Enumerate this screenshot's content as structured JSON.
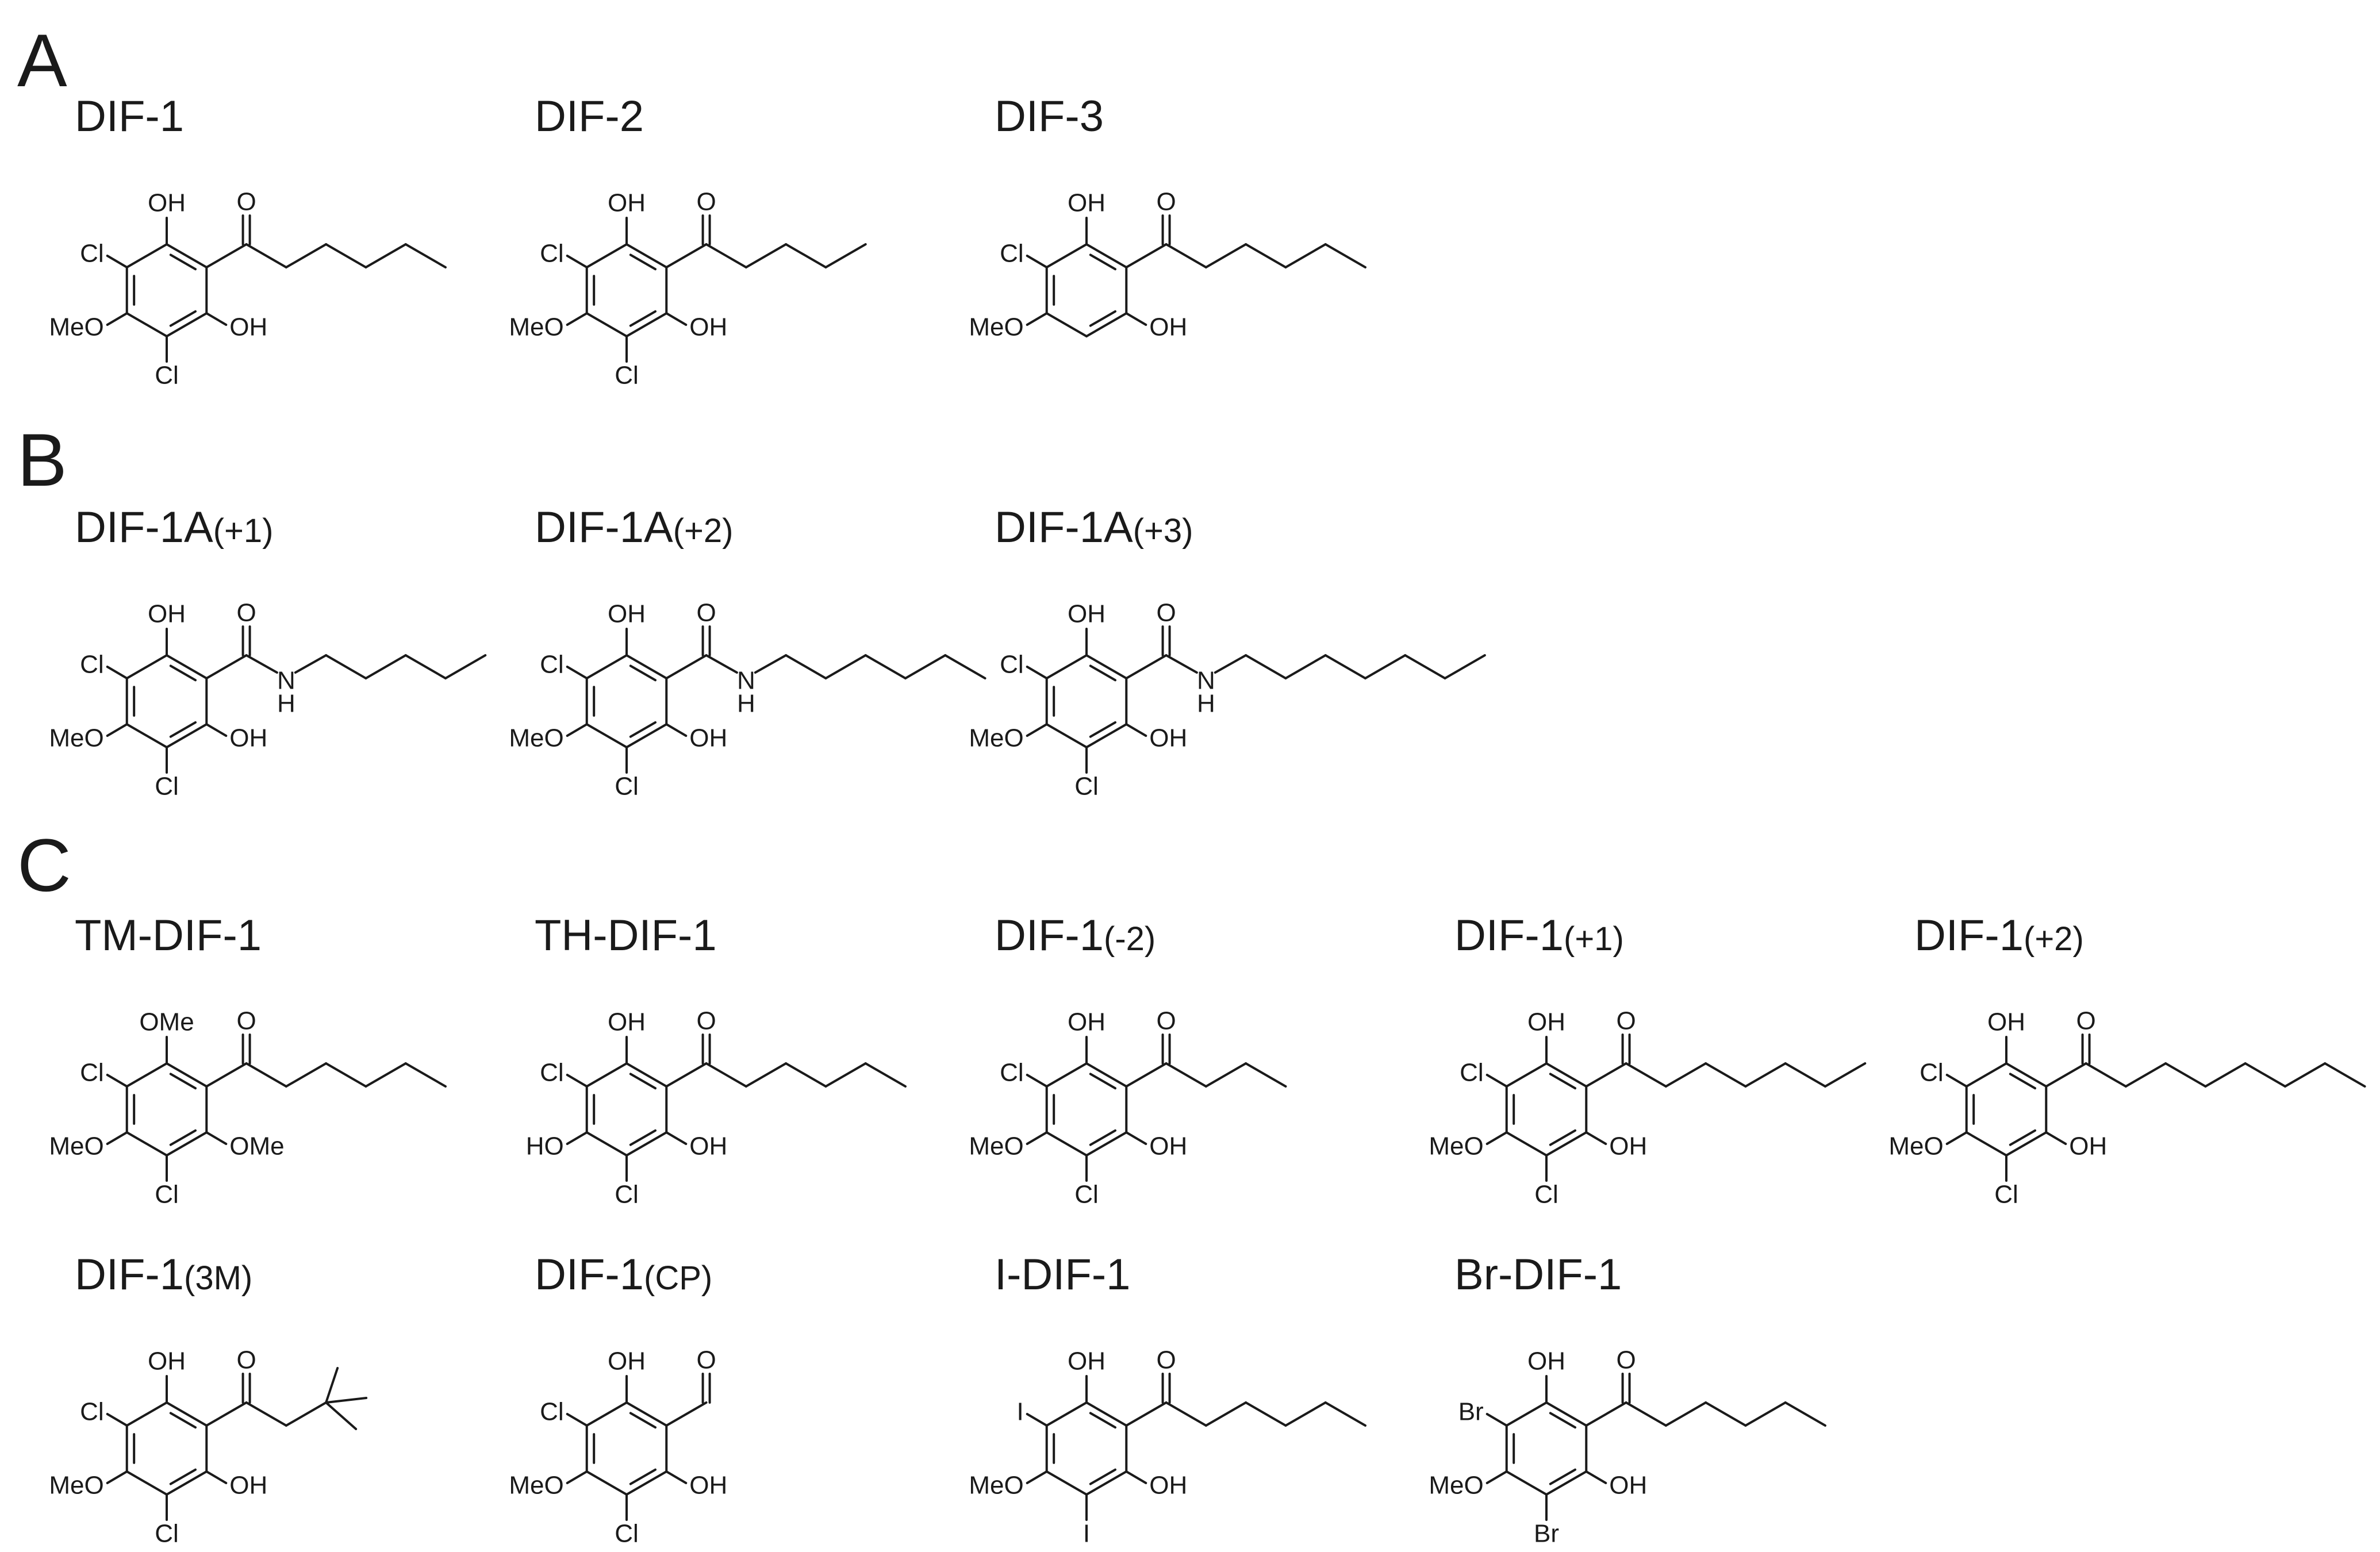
{
  "panels": [
    "A",
    "B",
    "C"
  ],
  "compounds": [
    {
      "name": "DIF-1",
      "suffix": "",
      "panel": "A",
      "labels": {
        "top": "OH",
        "carbonyl": "O",
        "left_top": "Cl",
        "left_bottom": "MeO",
        "right_bottom": "OH",
        "bottom": "Cl"
      },
      "chain": "c5"
    },
    {
      "name": "DIF-2",
      "suffix": "",
      "panel": "A",
      "labels": {
        "top": "OH",
        "carbonyl": "O",
        "left_top": "Cl",
        "left_bottom": "MeO",
        "right_bottom": "OH",
        "bottom": "Cl"
      },
      "chain": "c4"
    },
    {
      "name": "DIF-3",
      "suffix": "",
      "panel": "A",
      "labels": {
        "top": "OH",
        "carbonyl": "O",
        "left_top": "Cl",
        "left_bottom": "MeO",
        "right_bottom": "OH",
        "bottom": ""
      },
      "chain": "c5"
    },
    {
      "name": "DIF-1A",
      "suffix": "(+1)",
      "panel": "B",
      "labels": {
        "top": "OH",
        "carbonyl": "O",
        "left_top": "Cl",
        "left_bottom": "MeO",
        "right_bottom": "OH",
        "bottom": "Cl",
        "amide_n": "N",
        "amide_h": "H"
      },
      "chain": "amide5"
    },
    {
      "name": "DIF-1A",
      "suffix": "(+2)",
      "panel": "B",
      "labels": {
        "top": "OH",
        "carbonyl": "O",
        "left_top": "Cl",
        "left_bottom": "MeO",
        "right_bottom": "OH",
        "bottom": "Cl",
        "amide_n": "N",
        "amide_h": "H"
      },
      "chain": "amide6"
    },
    {
      "name": "DIF-1A",
      "suffix": "(+3)",
      "panel": "B",
      "labels": {
        "top": "OH",
        "carbonyl": "O",
        "left_top": "Cl",
        "left_bottom": "MeO",
        "right_bottom": "OH",
        "bottom": "Cl",
        "amide_n": "N",
        "amide_h": "H"
      },
      "chain": "amide7"
    },
    {
      "name": "TM-DIF-1",
      "suffix": "",
      "panel": "C",
      "labels": {
        "top": "OMe",
        "carbonyl": "O",
        "left_top": "Cl",
        "left_bottom": "MeO",
        "right_bottom": "OMe",
        "bottom": "Cl"
      },
      "chain": "c5"
    },
    {
      "name": "TH-DIF-1",
      "suffix": "",
      "panel": "C",
      "labels": {
        "top": "OH",
        "carbonyl": "O",
        "left_top": "Cl",
        "left_bottom": "HO",
        "right_bottom": "OH",
        "bottom": "Cl"
      },
      "chain": "c5"
    },
    {
      "name": "DIF-1",
      "suffix": "(-2)",
      "panel": "C",
      "labels": {
        "top": "OH",
        "carbonyl": "O",
        "left_top": "Cl",
        "left_bottom": "MeO",
        "right_bottom": "OH",
        "bottom": "Cl"
      },
      "chain": "c3"
    },
    {
      "name": "DIF-1",
      "suffix": "(+1)",
      "panel": "C",
      "labels": {
        "top": "OH",
        "carbonyl": "O",
        "left_top": "Cl",
        "left_bottom": "MeO",
        "right_bottom": "OH",
        "bottom": "Cl"
      },
      "chain": "c6"
    },
    {
      "name": "DIF-1",
      "suffix": "(+2)",
      "panel": "C",
      "labels": {
        "top": "OH",
        "carbonyl": "O",
        "left_top": "Cl",
        "left_bottom": "MeO",
        "right_bottom": "OH",
        "bottom": "Cl"
      },
      "chain": "c7"
    },
    {
      "name": "DIF-1",
      "suffix": "(3M)",
      "panel": "C",
      "labels": {
        "top": "OH",
        "carbonyl": "O",
        "left_top": "Cl",
        "left_bottom": "MeO",
        "right_bottom": "OH",
        "bottom": "Cl"
      },
      "chain": "tbu"
    },
    {
      "name": "DIF-1",
      "suffix": "(CP)",
      "panel": "C",
      "labels": {
        "top": "OH",
        "carbonyl": "O",
        "left_top": "Cl",
        "left_bottom": "MeO",
        "right_bottom": "OH",
        "bottom": "Cl"
      },
      "chain": "cp"
    },
    {
      "name": "I-DIF-1",
      "suffix": "",
      "panel": "C",
      "labels": {
        "top": "OH",
        "carbonyl": "O",
        "left_top": "I",
        "left_bottom": "MeO",
        "right_bottom": "OH",
        "bottom": "I"
      },
      "chain": "c5"
    },
    {
      "name": "Br-DIF-1",
      "suffix": "",
      "panel": "C",
      "labels": {
        "top": "OH",
        "carbonyl": "O",
        "left_top": "Br",
        "left_bottom": "MeO",
        "right_bottom": "OH",
        "bottom": "Br"
      },
      "chain": "c5"
    }
  ]
}
